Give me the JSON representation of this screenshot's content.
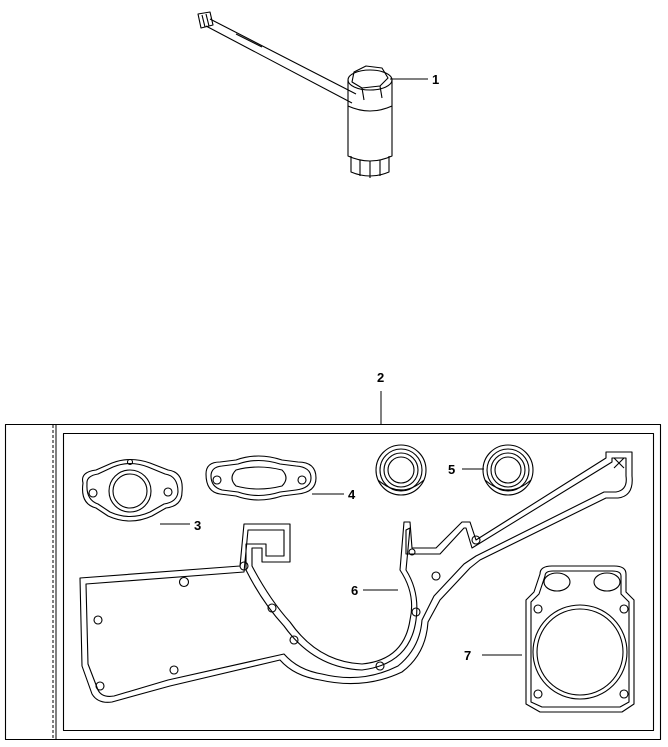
{
  "callouts": [
    {
      "id": "1",
      "part": "spark-plug-wrench"
    },
    {
      "id": "2",
      "part": "gasket-kit"
    },
    {
      "id": "3",
      "part": "muffler-flange-gasket"
    },
    {
      "id": "4",
      "part": "intake-gasket"
    },
    {
      "id": "5",
      "part": "crankshaft-seals"
    },
    {
      "id": "6",
      "part": "crankcase-gasket"
    },
    {
      "id": "7",
      "part": "cylinder-base-gasket"
    }
  ]
}
